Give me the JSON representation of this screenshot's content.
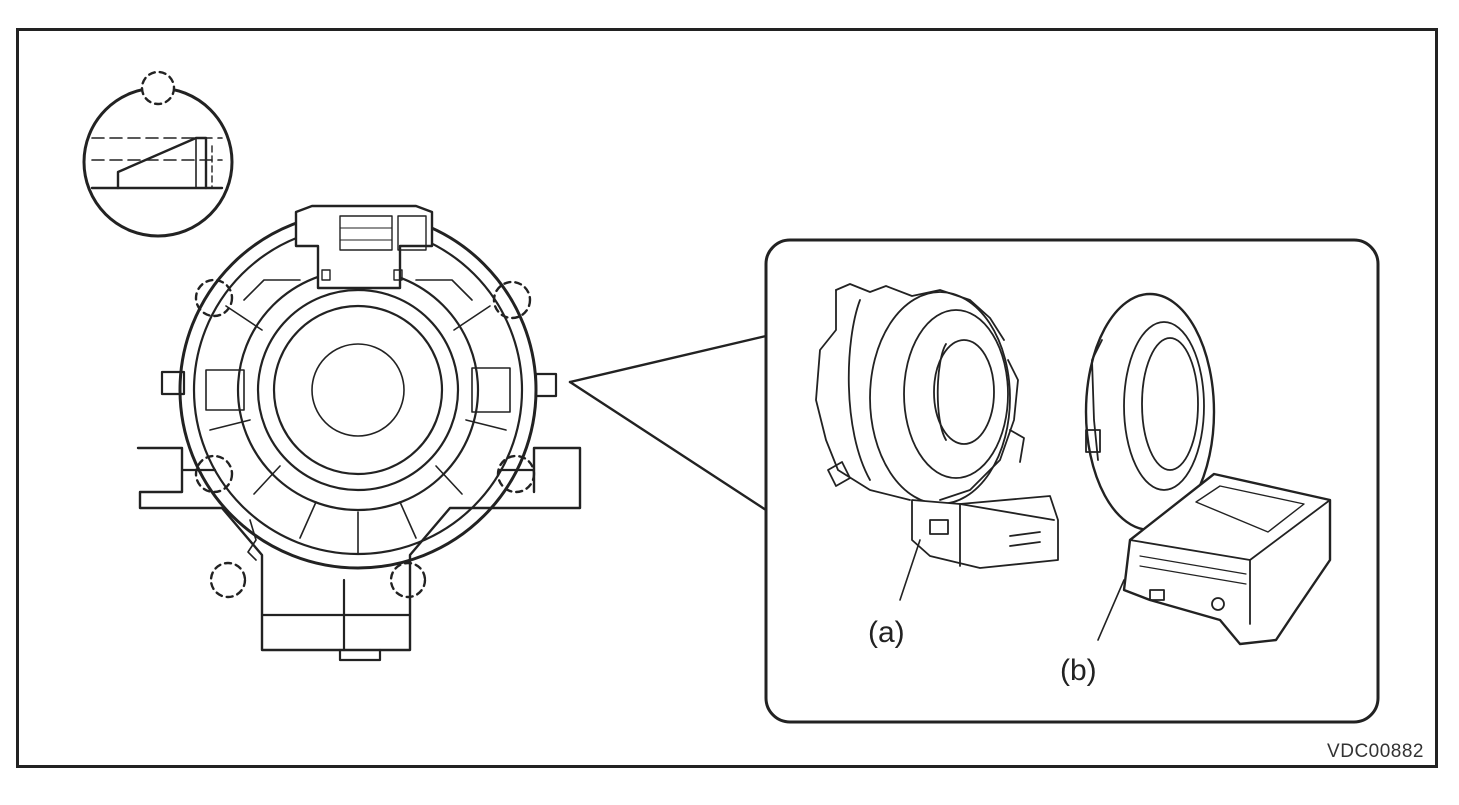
{
  "diagram": {
    "label_a": "(a)",
    "label_b": "(b)",
    "figure_code": "VDC00882",
    "line_color": "#222222",
    "background": "#ffffff"
  }
}
